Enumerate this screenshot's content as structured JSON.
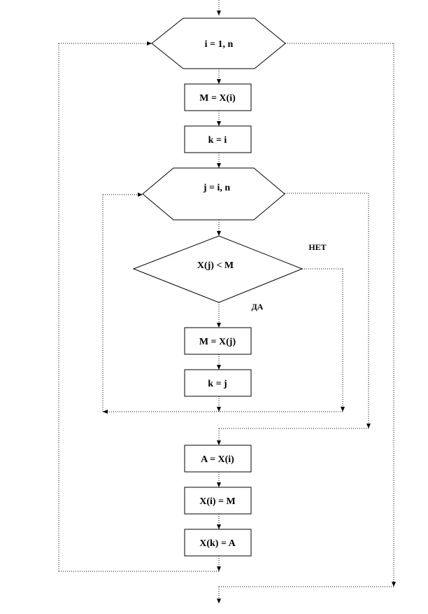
{
  "outer_loop": {
    "label": "i = 1, n"
  },
  "steps_top": {
    "set_m": "M = X(i)",
    "set_k": "k = i"
  },
  "inner_loop": {
    "label": "j = i, n"
  },
  "condition": {
    "label": "X(j) < M",
    "no_label": "НЕТ",
    "yes_label": "ДА"
  },
  "steps_inner": {
    "set_m": "M = X(j)",
    "set_k": "k = j"
  },
  "steps_bottom": {
    "swap_a": "A = X(i)",
    "swap_xi": "X(i) = M",
    "swap_xk": "X(k) = A"
  }
}
